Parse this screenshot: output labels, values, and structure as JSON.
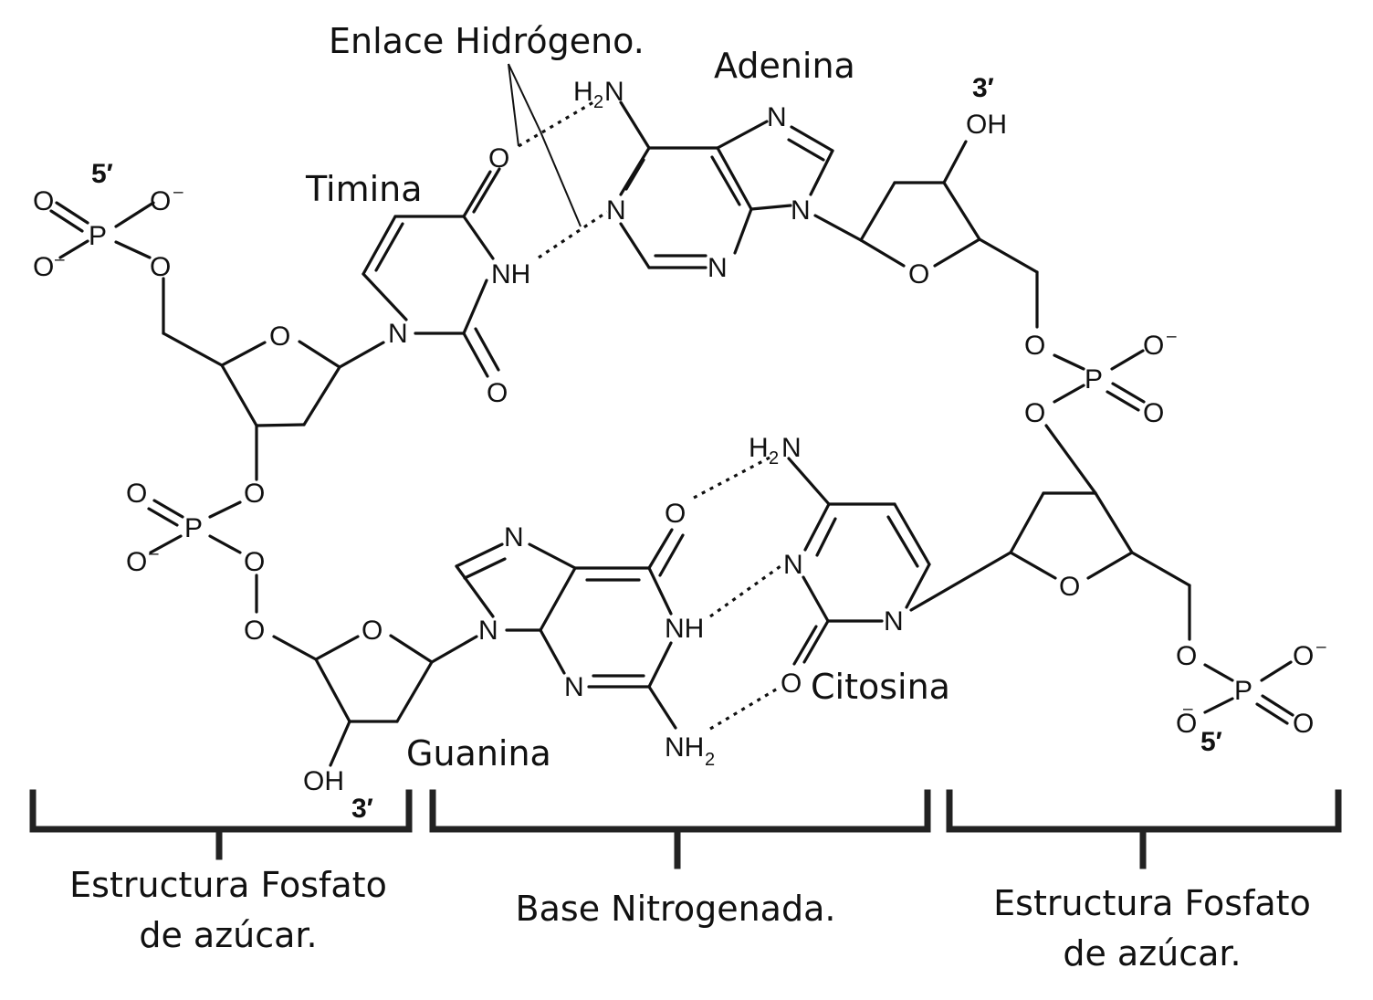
{
  "labels": {
    "hydrogen_bond": "Enlace Hidrógeno.",
    "adenine": "Adenina",
    "thymine": "Timina",
    "guanine": "Guanina",
    "cytosine": "Citosina"
  },
  "ends": {
    "five_prime": "5′",
    "three_prime": "3′"
  },
  "atoms": {
    "O": "O",
    "N": "N",
    "P": "P",
    "NH": "NH",
    "OH": "OH",
    "H": "H",
    "NH_prefix": "NH",
    "sub2": "2",
    "minus": "–"
  },
  "brackets": {
    "left": [
      "Estructura Fosfato",
      "de azúcar."
    ],
    "middle": "Base Nitrogenada.",
    "right": [
      "Estructura Fosfato",
      "de azúcar."
    ]
  }
}
